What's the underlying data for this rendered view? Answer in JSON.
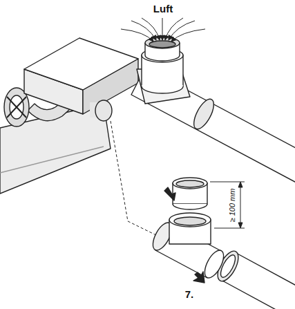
{
  "diagram": {
    "labels": [
      "Luft",
      "≥ 100 mm",
      "7."
    ]
  }
}
